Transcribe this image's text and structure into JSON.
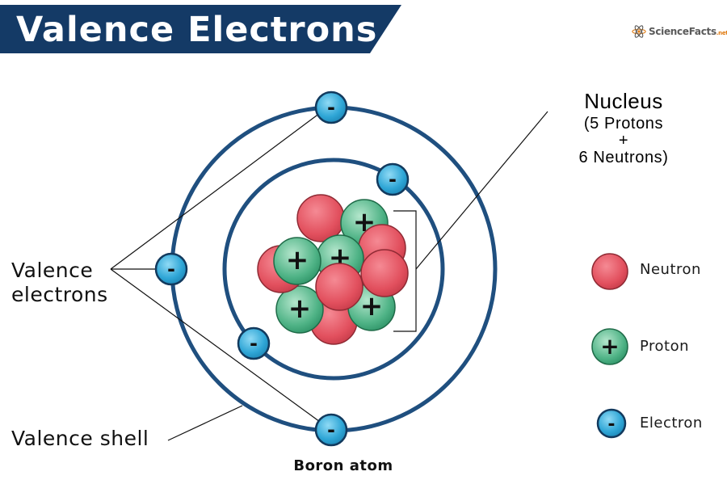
{
  "header": {
    "title": "Valence Electrons",
    "brand": "ScienceFacts",
    "brand_suffix": ".net"
  },
  "labels": {
    "nucleus_title": "Nucleus",
    "nucleus_line1": "(5 Protons",
    "nucleus_plus": "+",
    "nucleus_line2": "6 Neutrons)",
    "valence_electrons_1": "Valence",
    "valence_electrons_2": "electrons",
    "valence_shell": "Valence shell",
    "caption": "Boron atom"
  },
  "legend": {
    "neutron": "Neutron",
    "proton": "Proton",
    "electron": "Electron"
  },
  "symbols": {
    "proton": "+",
    "electron": "-"
  },
  "colors": {
    "banner": "#143a66",
    "shell": "#1f4f7f",
    "neutron": "#e2505e",
    "proton": "#3da57a",
    "electron": "#29a3d4"
  }
}
